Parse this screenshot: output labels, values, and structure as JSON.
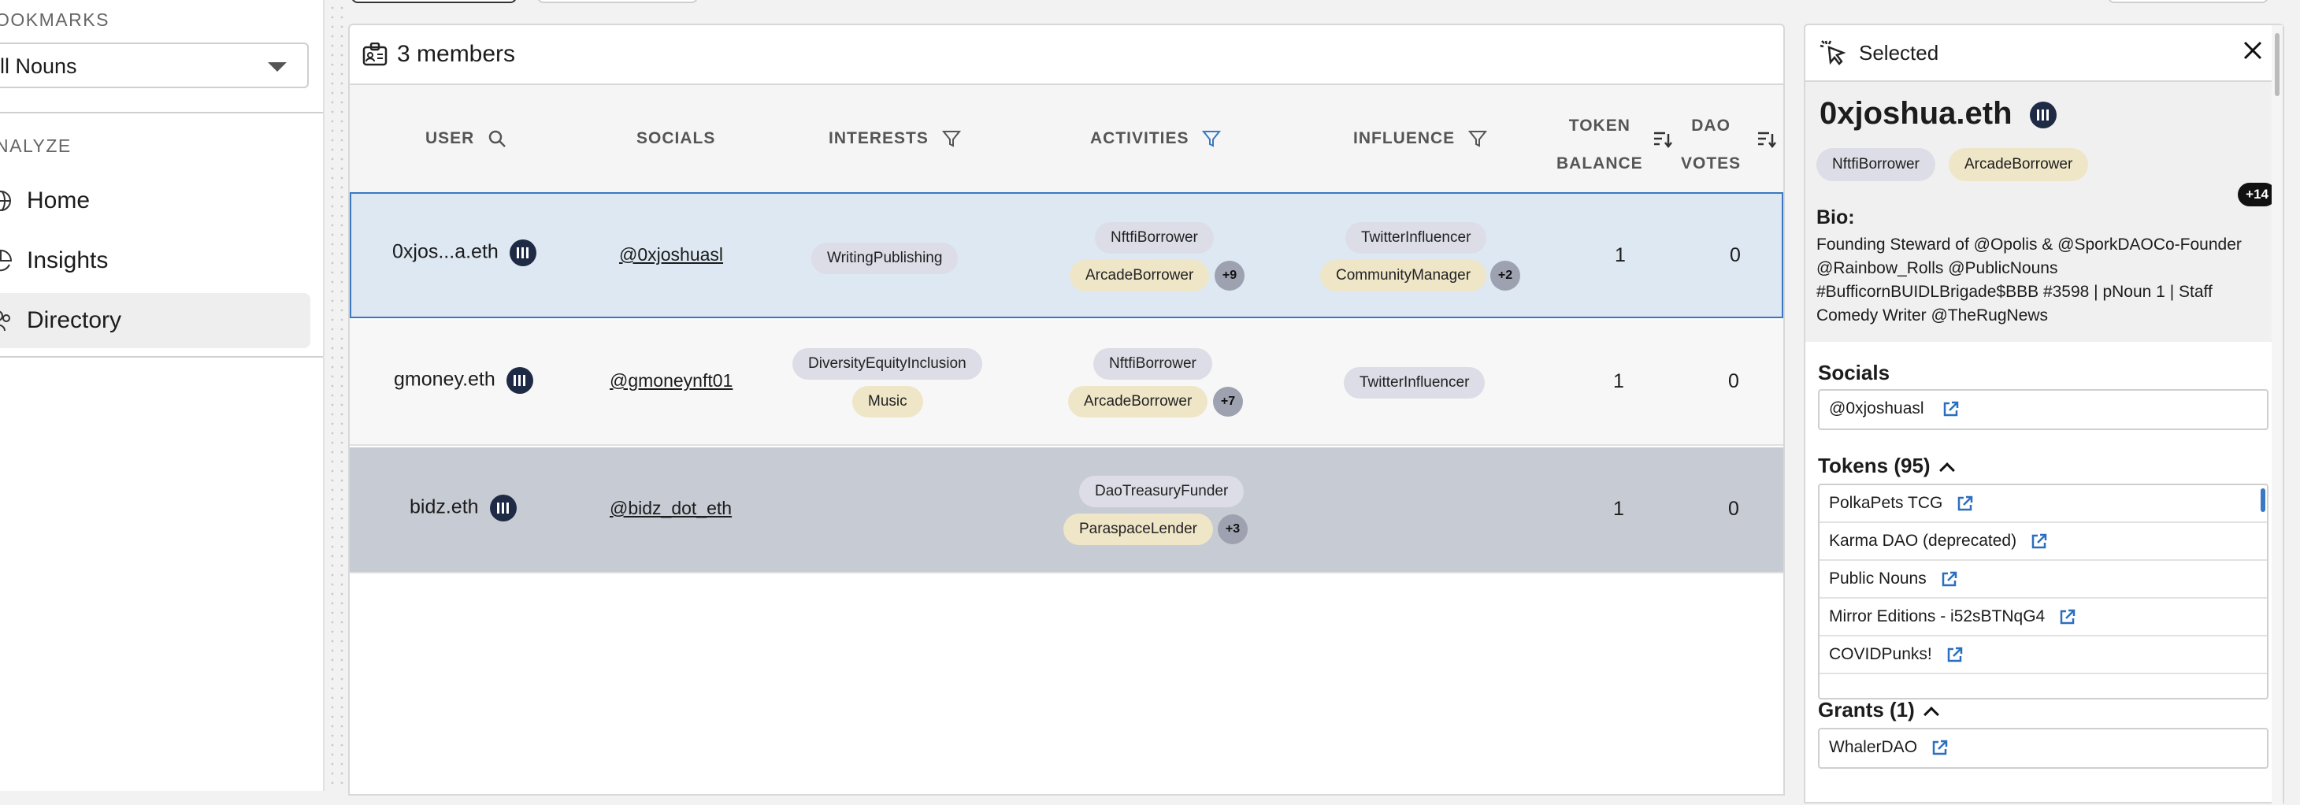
{
  "sidebar": {
    "bookmarks_title": "OOKMARKS",
    "bookmark_select": "ll Nouns",
    "analyze_title": "NALYZE",
    "nav": [
      {
        "label": "Home",
        "icon": "globe-icon"
      },
      {
        "label": "Insights",
        "icon": "chart-icon"
      },
      {
        "label": "Directory",
        "icon": "users-icon",
        "active": true
      }
    ]
  },
  "main": {
    "title": "3 members",
    "columns": [
      "USER",
      "SOCIALS",
      "INTERESTS",
      "ACTIVITIES",
      "INFLUENCE",
      "TOKEN",
      "BALANCE",
      "DAO",
      "VOTES"
    ],
    "rows": [
      {
        "user": "0xjos...a.eth",
        "social": "@0xjoshuasl",
        "interests": [
          "WritingPublishing"
        ],
        "activities": [
          "NftfiBorrower",
          "ArcadeBorrower"
        ],
        "activities_more": "+9",
        "influence": [
          "TwitterInfluencer",
          "CommunityManager"
        ],
        "influence_more": "+2",
        "token_balance": "1",
        "dao_votes": "0"
      },
      {
        "user": "gmoney.eth",
        "social": "@gmoneynft01",
        "interests": [
          "DiversityEquityInclusion",
          "Music"
        ],
        "activities": [
          "NftfiBorrower",
          "ArcadeBorrower"
        ],
        "activities_more": "+7",
        "influence": [
          "TwitterInfluencer"
        ],
        "token_balance": "1",
        "dao_votes": "0"
      },
      {
        "user": "bidz.eth",
        "social": "@bidz_dot_eth",
        "interests": [],
        "activities": [
          "DaoTreasuryFunder",
          "ParaspaceLender"
        ],
        "activities_more": "+3",
        "influence": [],
        "token_balance": "1",
        "dao_votes": "0"
      }
    ]
  },
  "detail": {
    "header": "Selected",
    "name": "0xjoshua.eth",
    "chips": [
      "NftfiBorrower",
      "ArcadeBorrower"
    ],
    "chips_more": "+14",
    "bio_title": "Bio:",
    "bio": "Founding Steward of @Opolis & @SporkDAOCo-Founder @Rainbow_Rolls @PublicNouns #BufficornBUIDLBrigade$BBB #3598 | pNoun 1 | Staff Comedy Writer @TheRugNews",
    "socials_title": "Socials",
    "social": "@0xjoshuasl",
    "tokens_title": "Tokens (95)",
    "tokens": [
      "PolkaPets TCG",
      "Karma DAO (deprecated)",
      "Public Nouns",
      "Mirror Editions - i52sBTNqG4",
      "COVIDPunks!"
    ],
    "grants_title": "Grants (1)",
    "grants": [
      "WhalerDAO"
    ]
  },
  "colors": {
    "selected_row": "#dde8f2",
    "selected_border": "#3a78c2",
    "chip_grey": "#dcdde6",
    "chip_yellow": "#efe6c8",
    "hover_row": "#c7cbd3"
  }
}
